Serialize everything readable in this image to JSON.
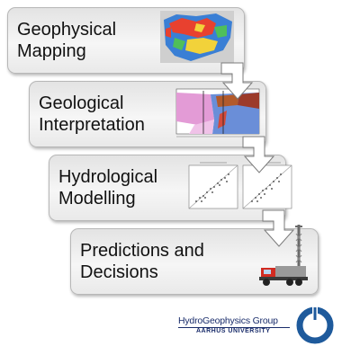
{
  "steps": [
    {
      "title": "Geophysical\nMapping"
    },
    {
      "title": "Geological\nInterpretation"
    },
    {
      "title": "Hydrological\nModelling"
    },
    {
      "title": "Predictions and\nDecisions"
    }
  ],
  "logo": {
    "title": "HydroGeophysics Group",
    "subtitle": "AARHUS UNIVERSITY"
  },
  "colors": {
    "box_fill": "#eeeeee",
    "box_border": "#b7b7b7",
    "arrow_fill": "#ffffff",
    "arrow_stroke": "#7a7a7a",
    "logo_navy": "#1a2d6b",
    "logo_ring": "#1e5a9c"
  },
  "icons": [
    "resistivity-map-icon",
    "geological-section-icon",
    "scatter-plot-icon",
    "drill-truck-icon",
    "logo-ring-icon"
  ]
}
